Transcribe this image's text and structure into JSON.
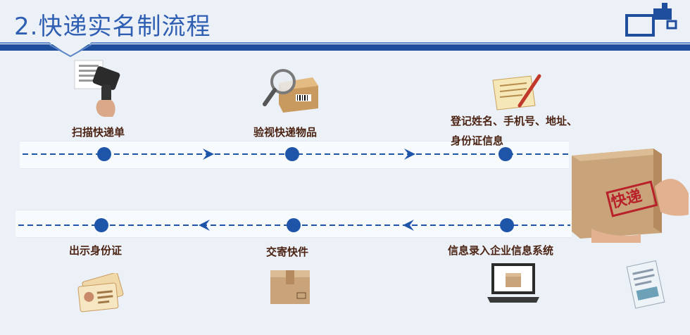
{
  "title": "2.快递实名制流程",
  "steps": [
    {
      "label": "扫描快递单"
    },
    {
      "label": "验视快递物品"
    },
    {
      "label_line1": "登记姓名、手机号、地址、",
      "label_line2": "身份证信息"
    },
    {
      "label": "信息录入企业信息系统"
    },
    {
      "label": "交寄快件"
    },
    {
      "label": "出示身份证"
    }
  ],
  "package_stamp": "快递",
  "colors": {
    "accent": "#1e55a8",
    "title": "#2f5fb3",
    "label": "#4c2414",
    "box": "#c9a47a"
  }
}
